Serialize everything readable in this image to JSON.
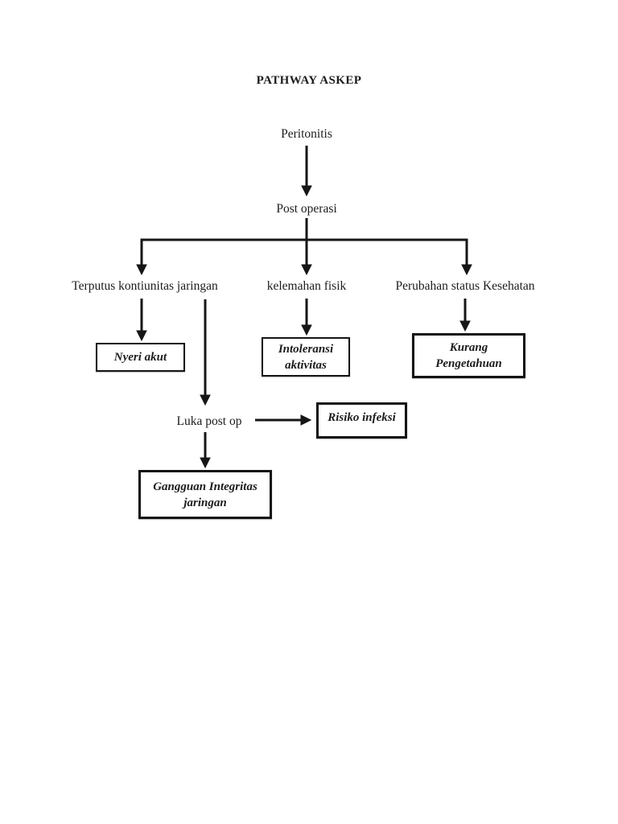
{
  "page": {
    "title": "PATHWAY ASKEP",
    "background": "#ffffff",
    "ink": "#161616"
  },
  "diagram": {
    "nodes": {
      "peritonitis": {
        "label": "Peritonitis"
      },
      "post_operasi": {
        "label": "Post operasi"
      },
      "terputus_kontiunitas": {
        "label": "Terputus kontiunitas jaringan"
      },
      "kelemahan_fisik": {
        "label": "kelemahan fisik"
      },
      "perubahan_status": {
        "label": "Perubahan status Kesehatan"
      },
      "luka_post_op": {
        "label": "Luka post op"
      }
    },
    "boxes": {
      "nyeri_akut": {
        "label": "Nyeri akut"
      },
      "intoleransi": {
        "line1": "Intoleransi",
        "line2": "aktivitas"
      },
      "kurang_pengetahuan": {
        "line1": "Kurang",
        "line2": "Pengetahuan"
      },
      "risiko_infeksi": {
        "label": "Risiko infeksi"
      },
      "gangguan_integritas": {
        "line1": "Gangguan Integritas",
        "line2": "jaringan"
      }
    },
    "edges": [
      {
        "from": "Peritonitis",
        "to": "Post operasi"
      },
      {
        "from": "Post operasi",
        "to": "Terputus kontiunitas jaringan"
      },
      {
        "from": "Post operasi",
        "to": "kelemahan fisik"
      },
      {
        "from": "Post operasi",
        "to": "Perubahan status Kesehatan"
      },
      {
        "from": "Terputus kontiunitas jaringan",
        "to": "Nyeri akut"
      },
      {
        "from": "Terputus kontiunitas jaringan",
        "to": "Luka post op"
      },
      {
        "from": "kelemahan fisik",
        "to": "Intoleransi aktivitas"
      },
      {
        "from": "Perubahan status Kesehatan",
        "to": "Kurang Pengetahuan"
      },
      {
        "from": "Luka post op",
        "to": "Risiko infeksi"
      },
      {
        "from": "Luka post op",
        "to": "Gangguan Integritas jaringan"
      }
    ]
  }
}
